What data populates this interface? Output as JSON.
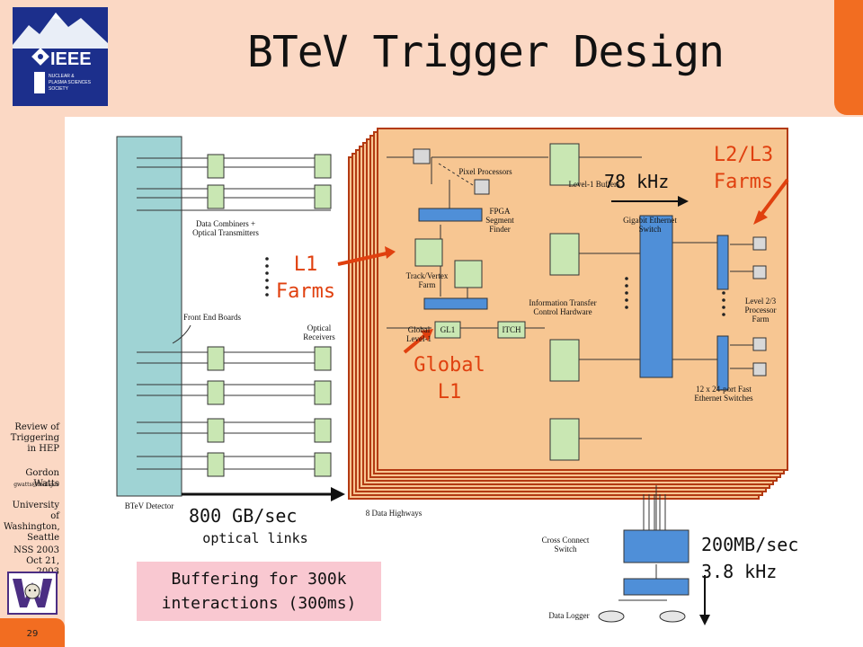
{
  "slide": {
    "title": "BTeV Trigger Design",
    "page_number": "29"
  },
  "sidebar": {
    "review": "Review of Triggering in HEP",
    "author": "Gordon Watts",
    "email": "gwatts@fnal.gov",
    "institution": "University of Washington, Seattle",
    "conference": "NSS 2003",
    "date": "Oct 21, 2003"
  },
  "logo": {
    "ieee": "IEEE",
    "society": "NUCLEAR & PLASMA SCIENCES SOCIETY"
  },
  "diagram": {
    "btev_detector": "BTeV Detector",
    "front_end_boards": "Front End Boards",
    "data_combiners": "Data Combiners + Optical Transmitters",
    "optical_receivers": "Optical Receivers",
    "pixel_processors": "Pixel Processors",
    "fpga_segment_finder": "FPGA Segment Finder",
    "track_vertex_farm": "Track/Vertex Farm",
    "global_level1": "Global Level-1",
    "gl1": "GL1",
    "itch": "ITCH",
    "info_transfer": "Information Transfer Control Hardware",
    "level1_buffers": "Level-1 Buffers",
    "gigabit_switch": "Gigabit Ethernet Switch",
    "level23_farm": "Level 2/3 Processor Farm",
    "fast_ethernet": "12 x 24-port Fast Ethernet Switches",
    "data_highways": "8 Data Highways",
    "cross_connect": "Cross Connect Switch",
    "data_logger": "Data Logger"
  },
  "callouts": {
    "l1_farms": "L1 Farms",
    "global_l1": "Global L1",
    "l2l3_farms": "L2/L3 Farms",
    "rate_78": "78 kHz",
    "rate_800": "800 GB/sec",
    "optical_links": "optical links",
    "rate_200": "200MB/sec",
    "rate_38": "3.8 kHz",
    "buffering": "Buffering for 300k interactions (300ms)"
  },
  "colors": {
    "background_band": "#fbd8c4",
    "accent_orange": "#f26d21",
    "detector_teal": "#9fd3d4",
    "board_orange": "#f7c692",
    "board_edge": "#b33a12",
    "component_blue": "#4f8fd8",
    "component_green": "#c9e7b3",
    "callout_red": "#e0400f",
    "buffer_pink": "#f9c8d1"
  }
}
